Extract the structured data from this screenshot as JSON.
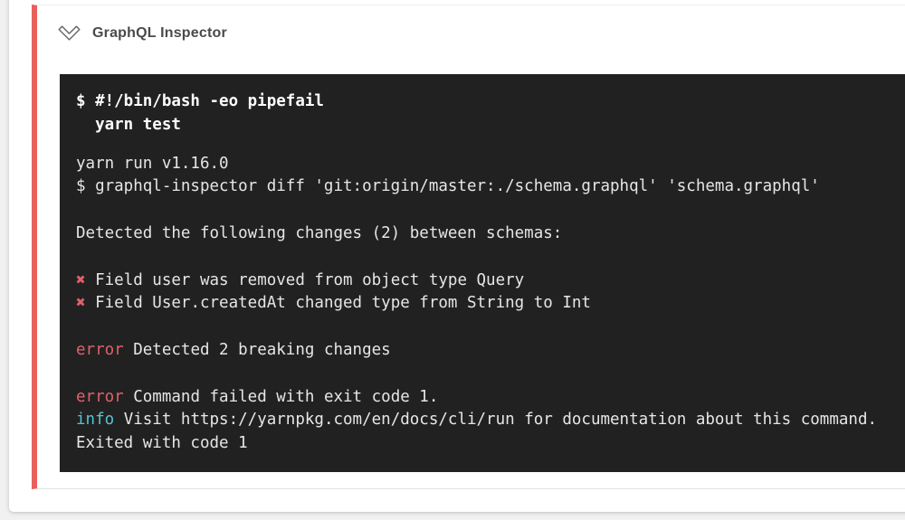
{
  "page": {
    "background": "#f1f1f2",
    "panel_background": "#ffffff"
  },
  "step": {
    "title": "GraphQL Inspector",
    "accent_color": "#e85f5b",
    "icon": "chevron-double-down-icon",
    "status": "failed"
  },
  "terminal": {
    "background": "#212121",
    "colors": {
      "default": "#e6e6e6",
      "command": "#fdfdfd",
      "red": "#e0616a",
      "cyan": "#56c2d6"
    },
    "command_lines": [
      "$ #!/bin/bash -eo pipefail",
      "  yarn test"
    ],
    "output_lines": [
      [
        {
          "t": "yarn run v1.16.0"
        }
      ],
      [
        {
          "t": "$ graphql-inspector diff 'git:origin/master:./schema.graphql' 'schema.graphql'"
        }
      ],
      [],
      [
        {
          "t": "Detected the following changes (2) between schemas:"
        }
      ],
      [],
      [
        {
          "t": "✖",
          "c": "red"
        },
        {
          "t": " Field user was removed from object type Query"
        }
      ],
      [
        {
          "t": "✖",
          "c": "red"
        },
        {
          "t": " Field User.createdAt changed type from String to Int"
        }
      ],
      [],
      [
        {
          "t": "error",
          "c": "red"
        },
        {
          "t": " Detected 2 breaking changes"
        }
      ],
      [],
      [
        {
          "t": "error",
          "c": "red"
        },
        {
          "t": " Command failed with exit code 1."
        }
      ],
      [
        {
          "t": "info",
          "c": "cyan"
        },
        {
          "t": " Visit https://yarnpkg.com/en/docs/cli/run for documentation about this command."
        }
      ],
      [
        {
          "t": "Exited with code 1"
        }
      ]
    ]
  }
}
